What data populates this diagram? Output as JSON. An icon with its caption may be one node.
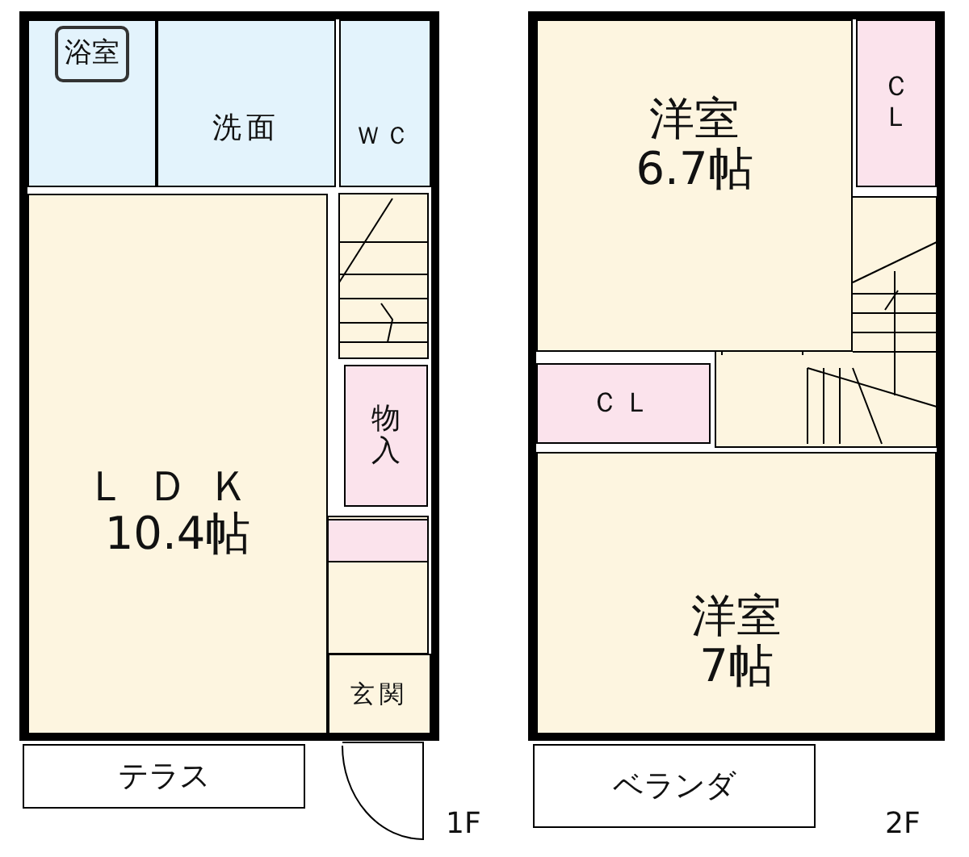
{
  "diagram": {
    "nodes": [
      {
        "text": [
          "浴室"
        ]
      },
      {
        "text": [
          "洗面"
        ]
      },
      {
        "text": [
          "ＷＣ"
        ]
      },
      {
        "text": [
          "ＬＤＫ",
          "10.4帖"
        ]
      },
      {
        "text": [
          "物入"
        ]
      },
      {
        "text": [
          "玄関"
        ]
      },
      {
        "text": [
          "テラス"
        ]
      },
      {
        "text": [
          "洋室",
          "6.7帖"
        ]
      },
      {
        "text": [
          "ＣＬ"
        ]
      },
      {
        "text": [
          "ＣＬ"
        ]
      },
      {
        "text": [
          "洋室",
          "7帖"
        ]
      },
      {
        "text": [
          "ベランダ"
        ]
      }
    ],
    "edges": [],
    "labels": [
      "1F",
      "2F"
    ]
  }
}
